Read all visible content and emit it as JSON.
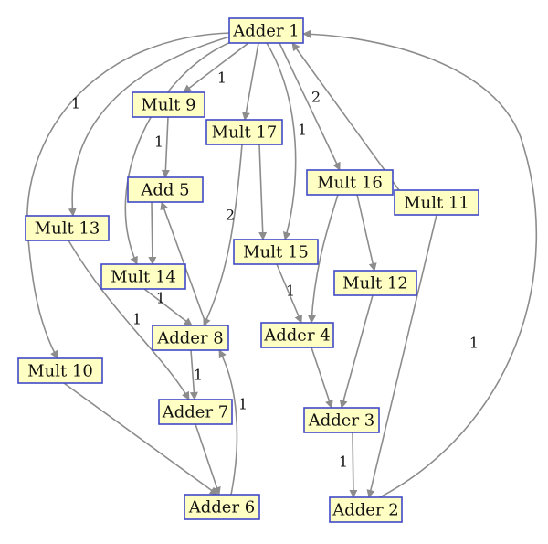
{
  "diagram": {
    "node_fill": "#ffffc3",
    "node_border": "#3f49c8",
    "edge_color": "#8c8c8c",
    "nodes": [
      {
        "id": "adder1",
        "label": "Adder 1"
      },
      {
        "id": "mult9",
        "label": "Mult 9"
      },
      {
        "id": "mult17",
        "label": "Mult 17"
      },
      {
        "id": "add5",
        "label": "Add 5"
      },
      {
        "id": "mult16",
        "label": "Mult 16"
      },
      {
        "id": "mult11",
        "label": "Mult 11"
      },
      {
        "id": "mult13",
        "label": "Mult 13"
      },
      {
        "id": "mult15",
        "label": "Mult 15"
      },
      {
        "id": "mult14",
        "label": "Mult 14"
      },
      {
        "id": "mult12",
        "label": "Mult 12"
      },
      {
        "id": "adder8",
        "label": "Adder 8"
      },
      {
        "id": "adder4",
        "label": "Adder 4"
      },
      {
        "id": "mult10",
        "label": "Mult 10"
      },
      {
        "id": "adder7",
        "label": "Adder 7"
      },
      {
        "id": "adder3",
        "label": "Adder 3"
      },
      {
        "id": "adder6",
        "label": "Adder 6"
      },
      {
        "id": "adder2",
        "label": "Adder 2"
      }
    ],
    "edges": [
      {
        "from": "adder1",
        "to": "mult9",
        "label": "1"
      },
      {
        "from": "adder1",
        "to": "mult17",
        "label": ""
      },
      {
        "from": "adder1",
        "to": "mult15",
        "label": "1"
      },
      {
        "from": "adder1",
        "to": "mult16",
        "label": "2"
      },
      {
        "from": "adder1",
        "to": "mult13",
        "label": ""
      },
      {
        "from": "adder1",
        "to": "mult14",
        "label": ""
      },
      {
        "from": "adder1",
        "to": "mult10",
        "label": "1"
      },
      {
        "from": "mult11",
        "to": "adder1",
        "label": ""
      },
      {
        "from": "adder2",
        "to": "adder1",
        "label": "1"
      },
      {
        "from": "mult9",
        "to": "add5",
        "label": "1"
      },
      {
        "from": "mult17",
        "to": "mult15",
        "label": ""
      },
      {
        "from": "mult17",
        "to": "adder8",
        "label": "2"
      },
      {
        "from": "add5",
        "to": "mult14",
        "label": ""
      },
      {
        "from": "adder8",
        "to": "add5",
        "label": ""
      },
      {
        "from": "mult16",
        "to": "mult12",
        "label": ""
      },
      {
        "from": "mult16",
        "to": "adder4",
        "label": ""
      },
      {
        "from": "mult15",
        "to": "adder4",
        "label": "1"
      },
      {
        "from": "mult13",
        "to": "adder7",
        "label": "1"
      },
      {
        "from": "mult14",
        "to": "adder8",
        "label": "1"
      },
      {
        "from": "mult12",
        "to": "adder3",
        "label": ""
      },
      {
        "from": "adder8",
        "to": "adder7",
        "label": "1"
      },
      {
        "from": "adder4",
        "to": "adder3",
        "label": ""
      },
      {
        "from": "mult10",
        "to": "adder6",
        "label": ""
      },
      {
        "from": "adder7",
        "to": "adder6",
        "label": ""
      },
      {
        "from": "adder6",
        "to": "adder8",
        "label": "1"
      },
      {
        "from": "adder3",
        "to": "adder2",
        "label": "1"
      },
      {
        "from": "mult11",
        "to": "adder2",
        "label": ""
      }
    ]
  }
}
